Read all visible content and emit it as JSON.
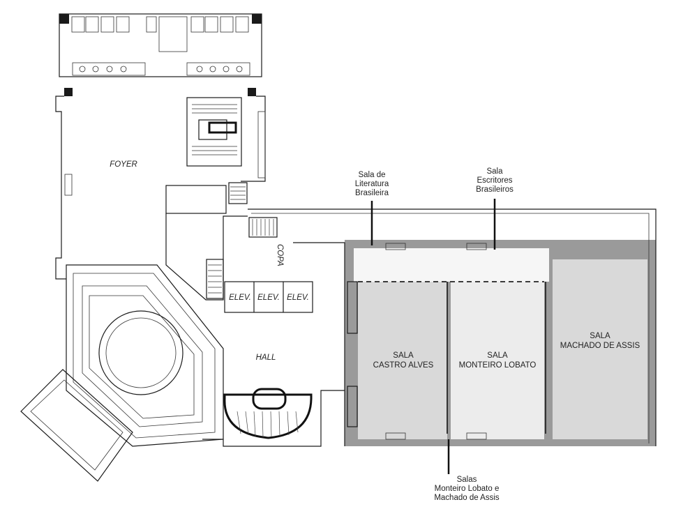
{
  "labels": {
    "foyer": "FOYER",
    "copa": "COPA",
    "elev_1": "ELEV.",
    "elev_2": "ELEV.",
    "elev_3": "ELEV.",
    "hall": "HALL",
    "sala_castro_alves": "SALA\nCASTRO ALVES",
    "sala_monteiro_lobato": "SALA\nMONTEIRO LOBATO",
    "sala_machado_de_assis": "SALA\nMACHADO DE ASSIS"
  },
  "callouts": {
    "literatura": "Sala de\nLiteratura\nBrasileira",
    "escritores": "Sala\nEscritores\nBrasileiros",
    "salas_ml_ma": "Salas\nMonteiro Lobato e\nMachado de Assis"
  },
  "colors": {
    "background": "#ffffff",
    "wall": "#1a1a1a",
    "sala_castro_alves_fill": "#d9d9d9",
    "sala_monteiro_lobato_fill": "#ececec",
    "sala_machado_de_assis_fill": "#d9d9d9",
    "band_fill": "#9a9a9a",
    "corridor_fill": "#f6f6f6"
  }
}
